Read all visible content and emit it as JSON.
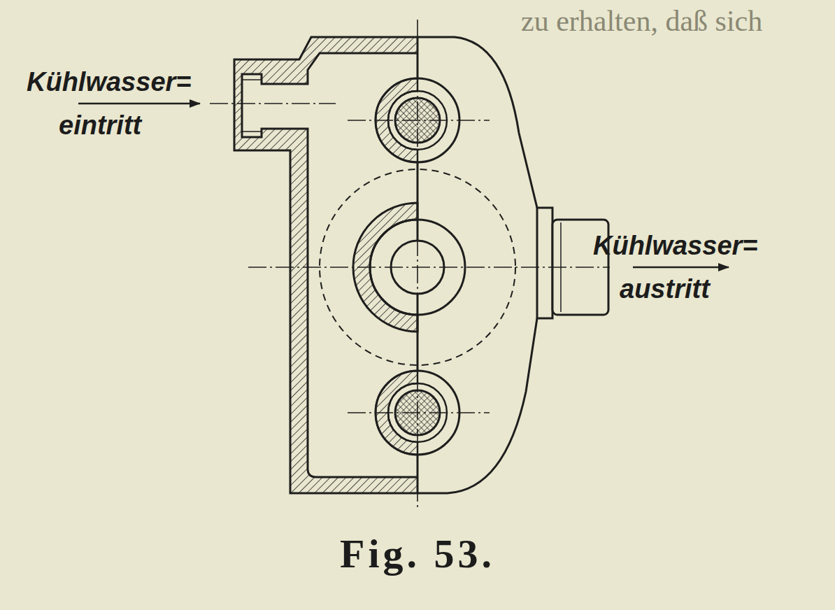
{
  "diagram": {
    "caption": "Fig. 53.",
    "labels": [
      "Kühlwasser= eintritt",
      "Kühlwasser= austritt",
      "zu erhalten, daß sich"
    ]
  }
}
